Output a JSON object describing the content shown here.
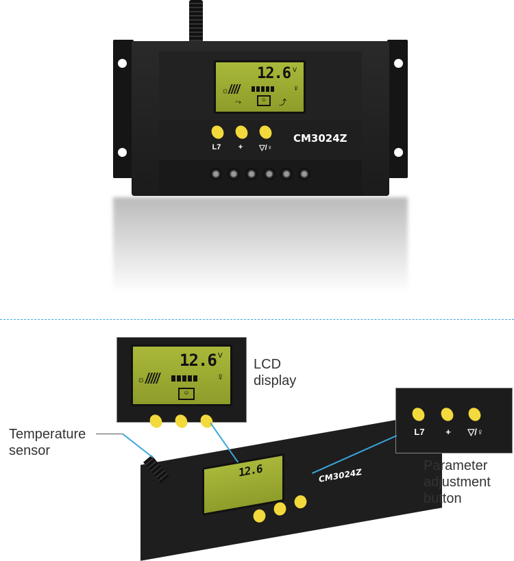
{
  "device": {
    "model": "CM3024Z",
    "voltage": "12.6",
    "unit": "V",
    "button_symbols": [
      "L7",
      "+",
      "▽/♀"
    ]
  },
  "labels": {
    "lcd": [
      "LCD",
      "display"
    ],
    "temperature": [
      "Temperature",
      "sensor"
    ],
    "parameter": [
      "Parameter",
      "adjustment",
      "button"
    ]
  },
  "colors": {
    "accent": "#3aa6dd",
    "lcd": "#a3b236",
    "button": "#f2d93c"
  },
  "icons": [
    "sun-icon",
    "solar-panel-icon",
    "battery-icon",
    "bulb-icon",
    "arrow-icon"
  ]
}
